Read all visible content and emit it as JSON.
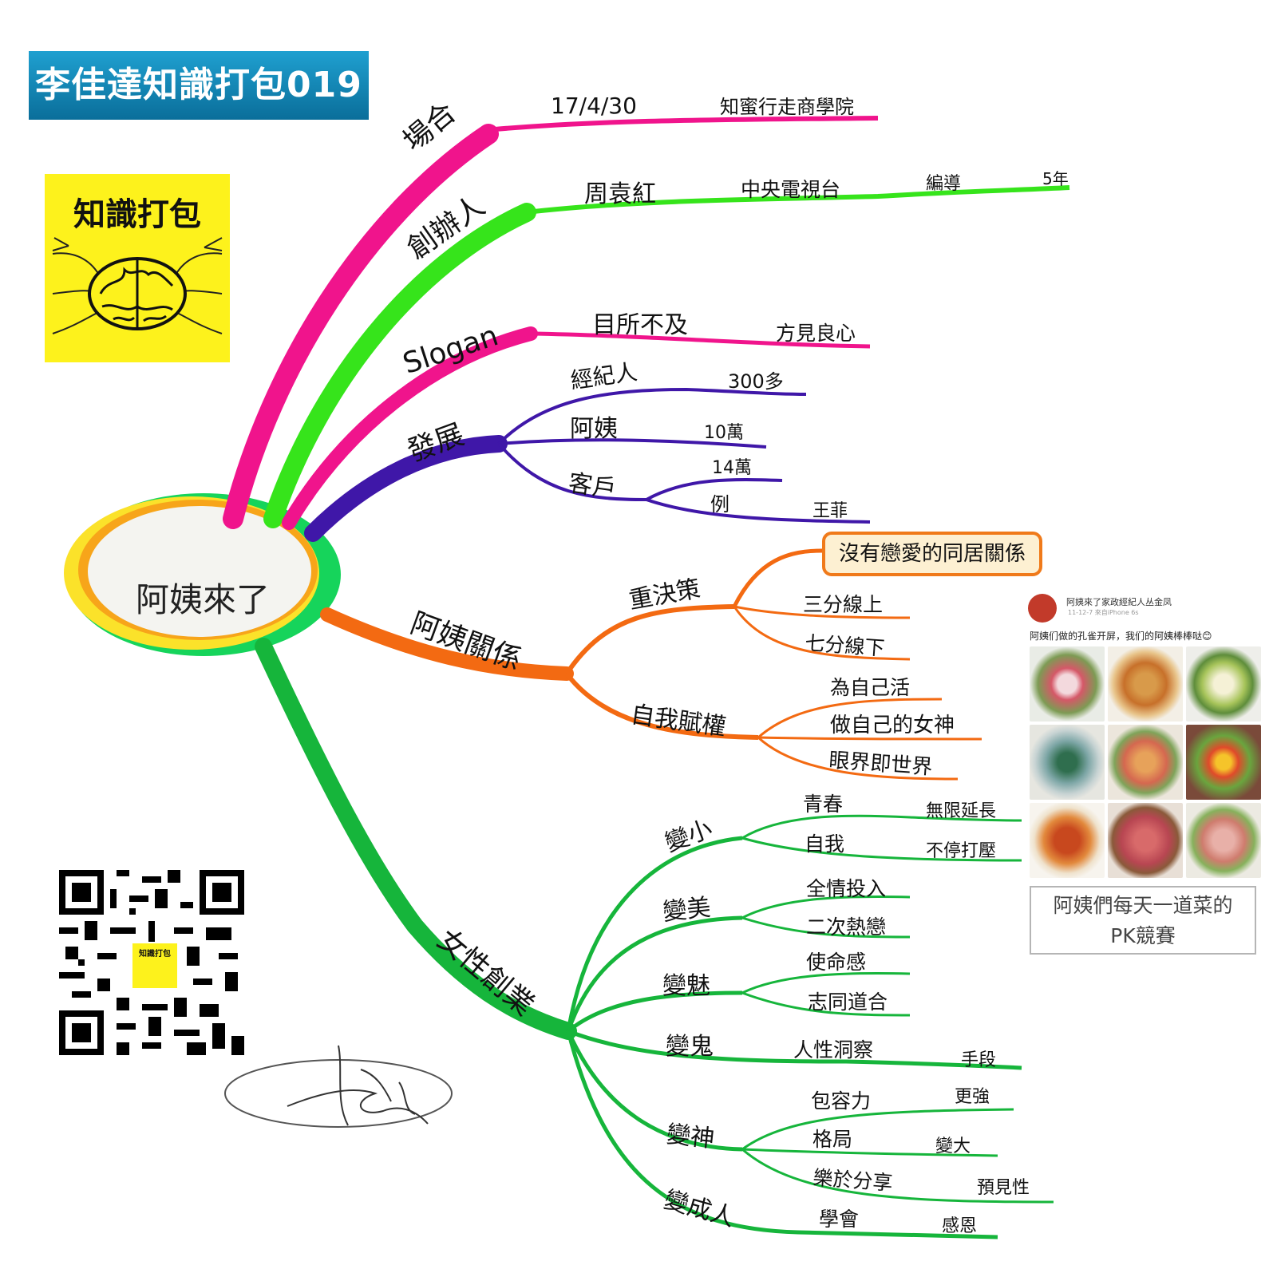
{
  "title": "李佳達知識打包019",
  "logo": {
    "text": "知識打包",
    "icon": "brain-icon",
    "background": "#fdf21c"
  },
  "qr_code": {
    "icon": "qr-code-icon",
    "badge_text": "知識打包"
  },
  "signature": {
    "icon": "signature-icon"
  },
  "center": {
    "label": "阿姨來了"
  },
  "colors": {
    "magenta": "#f0148c",
    "green_bright": "#36e41b",
    "purple": "#3f17a8",
    "orange": "#f36a12",
    "green": "#16b53b"
  },
  "branches": {
    "occasion": {
      "label": "場合",
      "date": "17/4/30",
      "venue": "知蜜行走商學院"
    },
    "founder": {
      "label": "創辦人",
      "name": "周袁紅",
      "org": "中央電視台",
      "role": "編導",
      "years": "5年"
    },
    "slogan": {
      "label": "Slogan",
      "part1": "目所不及",
      "part2": "方見良心"
    },
    "development": {
      "label": "發展",
      "agents": {
        "label": "經紀人",
        "value": "300多"
      },
      "aunties": {
        "label": "阿姨",
        "value": "10萬"
      },
      "customers": {
        "label": "客戶",
        "value": "14萬",
        "example_label": "例",
        "example": "王菲"
      }
    },
    "relationship": {
      "label": "阿姨關係",
      "heavy_decision": {
        "label": "重決策",
        "highlight": "沒有戀愛的同居關係",
        "c1": "三分線上",
        "c2": "七分線下"
      },
      "empower": {
        "label": "自我賦權",
        "c1": "為自己活",
        "c2": "做自己的女神",
        "c3": "眼界即世界"
      }
    },
    "female_startup": {
      "label": "女性創業",
      "younger": {
        "label": "變小",
        "youth": "青春",
        "youth_detail": "無限延長",
        "self": "自我",
        "self_detail": "不停打壓"
      },
      "prettier": {
        "label": "變美",
        "c1": "全情投入",
        "c2": "二次熱戀"
      },
      "charm": {
        "label": "變魅",
        "c1": "使命感",
        "c2": "志同道合"
      },
      "ghost": {
        "label": "變鬼",
        "c1": "人性洞察",
        "c1_detail": "手段"
      },
      "god": {
        "label": "變神",
        "c1": "包容力",
        "c1_detail": "更強",
        "c2": "格局",
        "c2_detail": "變大",
        "c3": "樂於分享",
        "c3_detail": "預見性"
      },
      "adult": {
        "label": "變成人",
        "c1": "學會",
        "c1_detail": "感恩"
      }
    }
  },
  "post": {
    "author": "阿姨來了家政經紀人丛金凤",
    "date": "11-12-7 來自iPhone 6s",
    "caption": "阿姨们做的孔雀开屏，我们的阿姨棒棒哒😊",
    "label_line1": "阿姨們每天一道菜的",
    "label_line2": "PK競賽"
  }
}
